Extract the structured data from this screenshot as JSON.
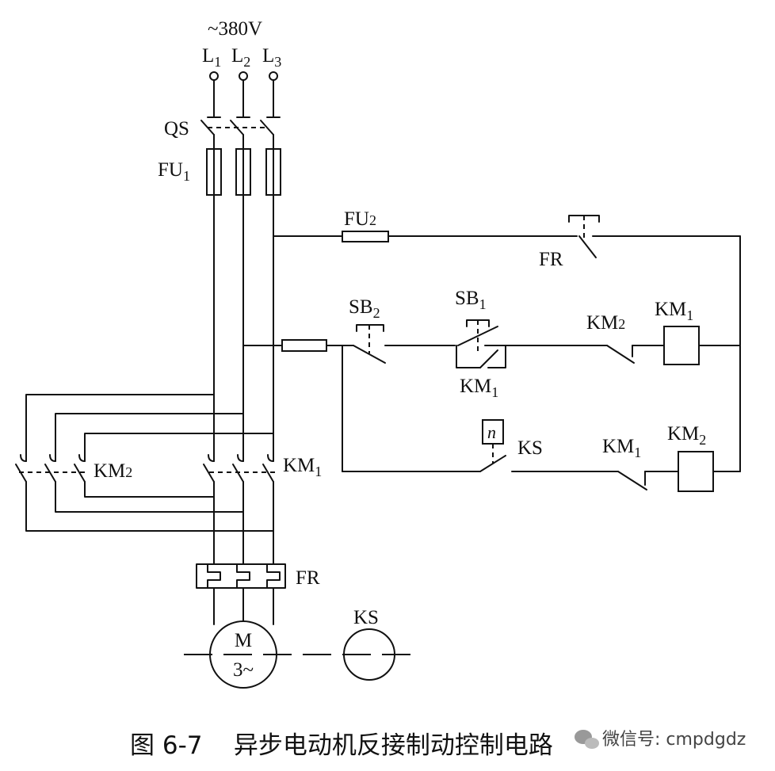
{
  "labels": {
    "supply": "~380V",
    "L1": "L",
    "L1_sub": "1",
    "L2": "L",
    "L2_sub": "2",
    "L3": "L",
    "L3_sub": "3",
    "QS": "QS",
    "FU1": "FU",
    "FU1_sub": "1",
    "FU2": "FU",
    "FU2_sub": "2",
    "FR_contact": "FR",
    "SB2": "SB",
    "SB2_sub": "2",
    "SB1": "SB",
    "SB1_sub": "1",
    "KM1_hold": "KM",
    "KM1_hold_sub": "1",
    "KM2_interlock": "KM",
    "KM2_interlock_sub": "2",
    "KM1_coil": "KM",
    "KM1_coil_sub": "1",
    "KS_contact": "KS",
    "KS_n": "n",
    "KM1_interlock": "KM",
    "KM1_interlock_sub": "1",
    "KM2_coil": "KM",
    "KM2_coil_sub": "2",
    "KM2_main": "KM",
    "KM2_main_sub": "2",
    "KM1_main": "KM",
    "KM1_main_sub": "1",
    "FR_heater": "FR",
    "motor_M": "M",
    "motor_phase": "3~",
    "KS_sensor": "KS"
  },
  "caption": "图 6-7    异步电动机反接制动控制电路",
  "watermark": "微信号: cmpdgdz",
  "watermark_icon": "wechat-icon"
}
